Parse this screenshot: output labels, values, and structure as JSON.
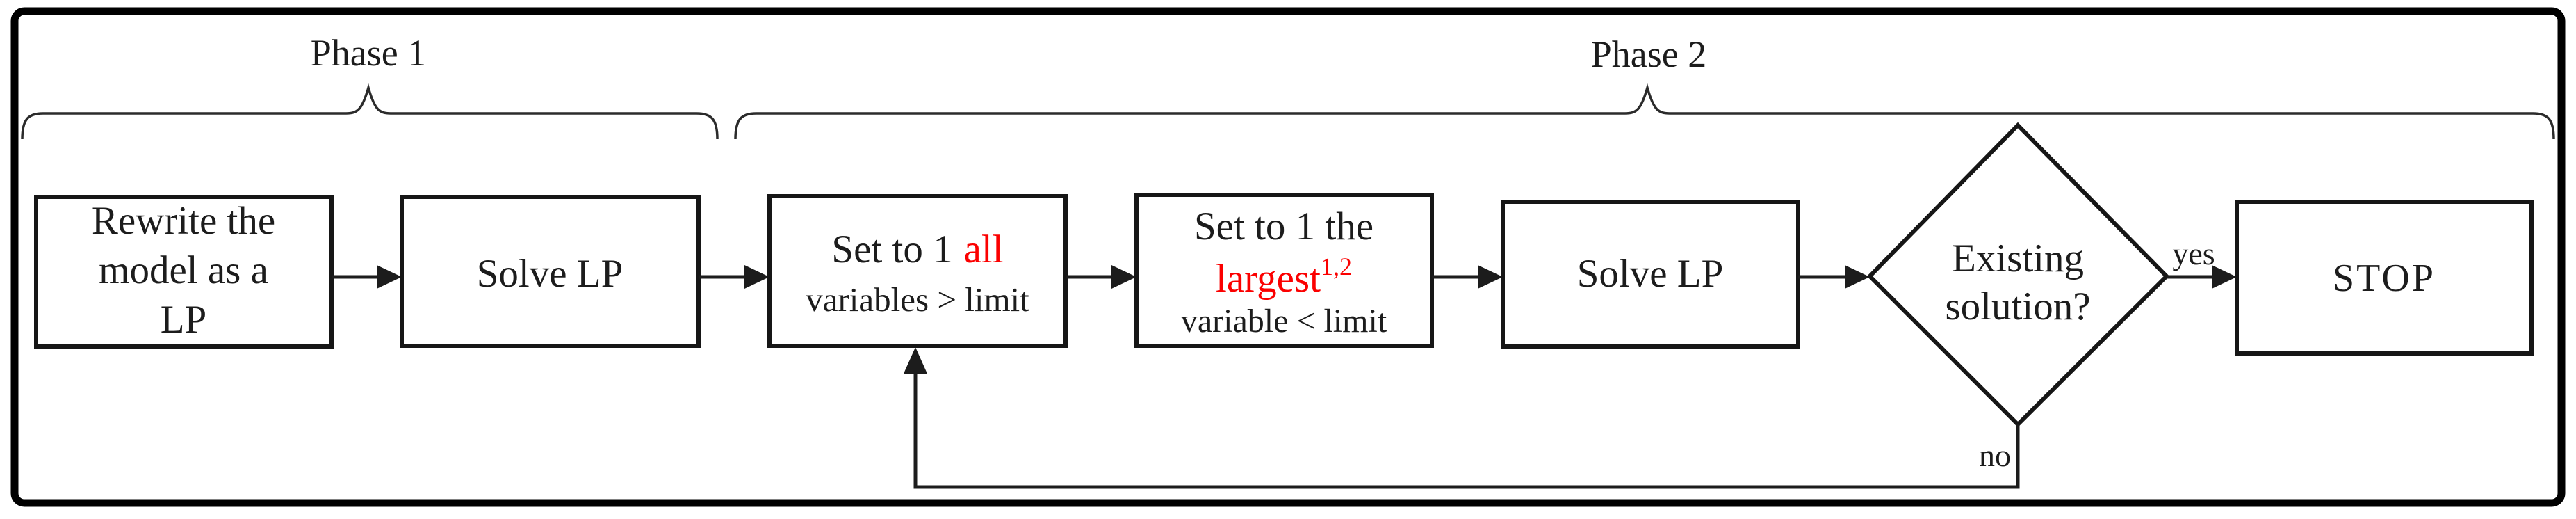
{
  "figure": {
    "phases": {
      "phase1_label": "Phase 1",
      "phase2_label": "Phase 2"
    },
    "nodes": {
      "rewrite": {
        "line1": "Rewrite the",
        "line2": "model as a",
        "line3": "LP"
      },
      "solve_lp_first": {
        "label": "Solve LP"
      },
      "set_all": {
        "prefix": "Set to 1",
        "highlight": "all",
        "condition": "variables > limit"
      },
      "set_largest": {
        "line1": "Set to 1 the",
        "highlight": "largest",
        "superscript": "1,2",
        "condition": "variable < limit"
      },
      "solve_lp_second": {
        "label": "Solve LP"
      },
      "decision": {
        "line1": "Existing",
        "line2": "solution?"
      },
      "stop": {
        "label": "STOP"
      }
    },
    "edge_labels": {
      "yes": "yes",
      "no": "no"
    },
    "colors": {
      "highlight_red": "#fb0000",
      "stop_border_red": "#fc0d0d",
      "ink": "#1c1c1c"
    }
  }
}
